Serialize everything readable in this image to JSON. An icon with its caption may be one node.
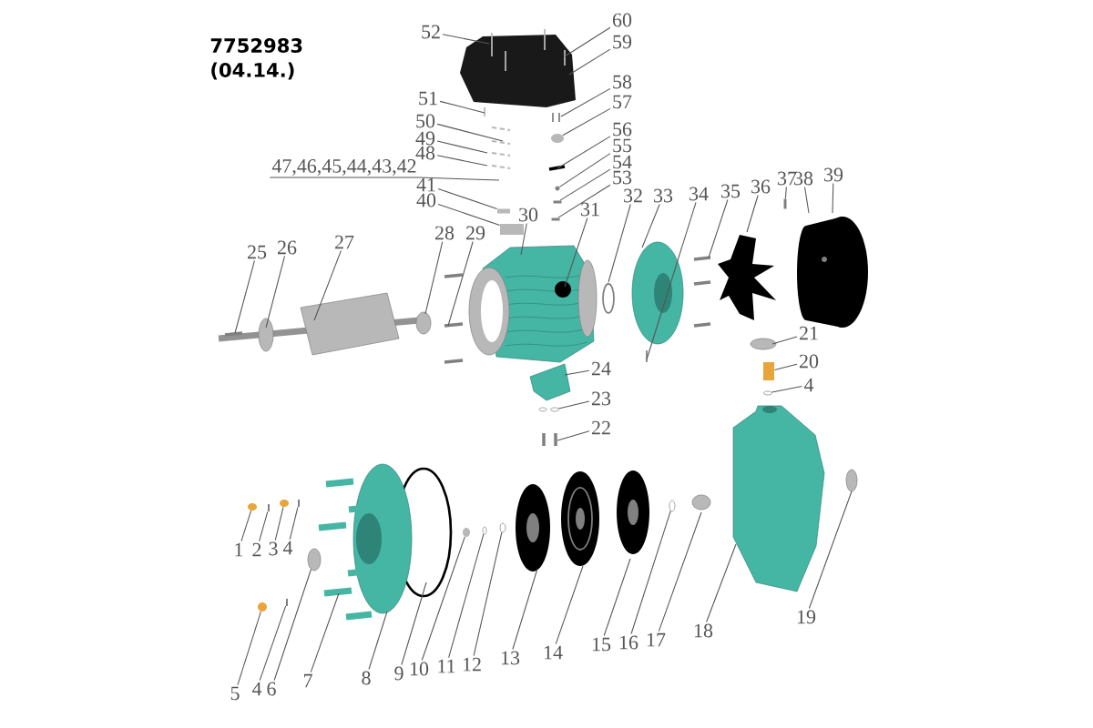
{
  "diagram": {
    "title": "7752983",
    "nodes": [
      {
        "text": [
          "52"
        ]
      },
      {
        "text": [
          "60"
        ]
      },
      {
        "text": [
          "59"
        ]
      },
      {
        "text": [
          "51"
        ]
      },
      {
        "text": [
          "58"
        ]
      },
      {
        "text": [
          "57"
        ]
      },
      {
        "text": [
          "50"
        ]
      },
      {
        "text": [
          "56"
        ]
      },
      {
        "text": [
          "49"
        ]
      },
      {
        "text": [
          "55"
        ]
      },
      {
        "text": [
          "48"
        ]
      },
      {
        "text": [
          "54"
        ]
      },
      {
        "text": [
          "47,46,45,44,43,42"
        ]
      },
      {
        "text": [
          "53"
        ]
      },
      {
        "text": [
          "41"
        ]
      },
      {
        "text": [
          "40"
        ]
      },
      {
        "text": [
          "30"
        ]
      },
      {
        "text": [
          "31"
        ]
      },
      {
        "text": [
          "32"
        ]
      },
      {
        "text": [
          "33"
        ]
      },
      {
        "text": [
          "34"
        ]
      },
      {
        "text": [
          "35"
        ]
      },
      {
        "text": [
          "36"
        ]
      },
      {
        "text": [
          "37"
        ]
      },
      {
        "text": [
          "38"
        ]
      },
      {
        "text": [
          "39"
        ]
      },
      {
        "text": [
          "25"
        ]
      },
      {
        "text": [
          "26"
        ]
      },
      {
        "text": [
          "27"
        ]
      },
      {
        "text": [
          "28"
        ]
      },
      {
        "text": [
          "29"
        ]
      },
      {
        "text": [
          "21"
        ]
      },
      {
        "text": [
          "20"
        ]
      },
      {
        "text": [
          "4"
        ]
      },
      {
        "text": [
          "24"
        ]
      },
      {
        "text": [
          "23"
        ]
      },
      {
        "text": [
          "22"
        ]
      },
      {
        "text": [
          "1"
        ]
      },
      {
        "text": [
          "2"
        ]
      },
      {
        "text": [
          "3"
        ]
      },
      {
        "text": [
          "4"
        ]
      },
      {
        "text": [
          "5"
        ]
      },
      {
        "text": [
          "4"
        ]
      },
      {
        "text": [
          "6"
        ]
      },
      {
        "text": [
          "7"
        ]
      },
      {
        "text": [
          "8"
        ]
      },
      {
        "text": [
          "9"
        ]
      },
      {
        "text": [
          "10"
        ]
      },
      {
        "text": [
          "11"
        ]
      },
      {
        "text": [
          "12"
        ]
      },
      {
        "text": [
          "13"
        ]
      },
      {
        "text": [
          "14"
        ]
      },
      {
        "text": [
          "15"
        ]
      },
      {
        "text": [
          "16"
        ]
      },
      {
        "text": [
          "17"
        ]
      },
      {
        "text": [
          "18"
        ]
      },
      {
        "text": [
          "19"
        ]
      },
      {
        "text": [],
        "shape": "circle"
      },
      {
        "text": [],
        "shape": "circle"
      },
      {
        "text": [],
        "shape": "box"
      },
      {
        "text": [],
        "shape": "box"
      },
      {
        "text": [],
        "shape": "box"
      },
      {
        "text": [],
        "shape": "box"
      },
      {
        "text": [],
        "shape": "box"
      },
      {
        "text": [],
        "shape": "box"
      },
      {
        "text": [],
        "shape": "circle"
      },
      {
        "text": [],
        "shape": "circle"
      },
      {
        "text": [],
        "shape": "circle"
      },
      {
        "text": [],
        "shape": "circle"
      },
      {
        "text": [],
        "shape": "circle"
      },
      {
        "text": [],
        "shape": "circle"
      },
      {
        "text": [],
        "shape": "circle"
      },
      {
        "text": [],
        "shape": "circle"
      },
      {
        "text": [],
        "shape": "circle"
      },
      {
        "text": [],
        "shape": "circle"
      },
      {
        "text": [],
        "shape": "box"
      },
      {
        "text": [],
        "shape": "box"
      },
      {
        "text": [],
        "shape": "box"
      }
    ],
    "edges": [
      {
        "from": 0,
        "to": null,
        "arrow": "none"
      },
      {
        "from": 1,
        "to": null,
        "arrow": "none"
      },
      {
        "from": 2,
        "to": null,
        "arrow": "none"
      },
      {
        "from": 3,
        "to": null,
        "arrow": "none"
      },
      {
        "from": 4,
        "to": null,
        "arrow": "none"
      },
      {
        "from": 5,
        "to": 57,
        "arrow": "none"
      },
      {
        "from": 6,
        "to": null,
        "arrow": "none"
      },
      {
        "from": 7,
        "to": null,
        "arrow": "none"
      },
      {
        "from": 8,
        "to": null,
        "arrow": "none"
      },
      {
        "from": 9,
        "to": 58,
        "arrow": "none"
      },
      {
        "from": 10,
        "to": null,
        "arrow": "none"
      },
      {
        "from": 11,
        "to": 59,
        "arrow": "none"
      },
      {
        "from": 12,
        "to": null,
        "arrow": "none"
      },
      {
        "from": 13,
        "to": 60,
        "arrow": "none"
      },
      {
        "from": 14,
        "to": 61,
        "arrow": "none"
      },
      {
        "from": 15,
        "to": 62,
        "arrow": "none"
      },
      {
        "from": 16,
        "to": null,
        "arrow": "none"
      },
      {
        "from": 17,
        "to": null,
        "arrow": "none"
      },
      {
        "from": 18,
        "to": null,
        "arrow": "none"
      },
      {
        "from": 19,
        "to": null,
        "arrow": "none"
      },
      {
        "from": 20,
        "to": null,
        "arrow": "none"
      },
      {
        "from": 21,
        "to": null,
        "arrow": "none"
      },
      {
        "from": 22,
        "to": null,
        "arrow": "none"
      },
      {
        "from": 23,
        "to": 63,
        "arrow": "none"
      },
      {
        "from": 24,
        "to": null,
        "arrow": "none"
      },
      {
        "from": 25,
        "to": null,
        "arrow": "none"
      },
      {
        "from": 26,
        "to": null,
        "arrow": "none"
      },
      {
        "from": 27,
        "to": null,
        "arrow": "none"
      },
      {
        "from": 28,
        "to": null,
        "arrow": "none"
      },
      {
        "from": 29,
        "to": null,
        "arrow": "none"
      },
      {
        "from": 30,
        "to": null,
        "arrow": "none"
      },
      {
        "from": 31,
        "to": null,
        "arrow": "none"
      },
      {
        "from": 32,
        "to": 64,
        "arrow": "none"
      },
      {
        "from": 33,
        "to": 65,
        "arrow": "none"
      },
      {
        "from": 34,
        "to": null,
        "arrow": "none"
      },
      {
        "from": 35,
        "to": 66,
        "arrow": "none"
      },
      {
        "from": 36,
        "to": null,
        "arrow": "none"
      },
      {
        "from": 37,
        "to": 67,
        "arrow": "none"
      },
      {
        "from": 38,
        "to": 75,
        "arrow": "none"
      },
      {
        "from": 39,
        "to": 68,
        "arrow": "none"
      },
      {
        "from": 40,
        "to": 76,
        "arrow": "none"
      },
      {
        "from": 41,
        "to": 69,
        "arrow": "none"
      },
      {
        "from": 42,
        "to": 77,
        "arrow": "none"
      },
      {
        "from": 43,
        "to": 70,
        "arrow": "none"
      },
      {
        "from": 44,
        "to": null,
        "arrow": "none"
      },
      {
        "from": 45,
        "to": null,
        "arrow": "none"
      },
      {
        "from": 46,
        "to": null,
        "arrow": "none"
      },
      {
        "from": 47,
        "to": 71,
        "arrow": "none"
      },
      {
        "from": 48,
        "to": 72,
        "arrow": "none"
      },
      {
        "from": 49,
        "to": 73,
        "arrow": "none"
      },
      {
        "from": 50,
        "to": null,
        "arrow": "none"
      },
      {
        "from": 51,
        "to": null,
        "arrow": "none"
      },
      {
        "from": 52,
        "to": null,
        "arrow": "none"
      },
      {
        "from": 53,
        "to": 74,
        "arrow": "none"
      },
      {
        "from": 54,
        "to": null,
        "arrow": "none"
      },
      {
        "from": 55,
        "to": null,
        "arrow": "none"
      },
      {
        "from": 56,
        "to": null,
        "arrow": "none"
      }
    ],
    "labels": [
      "(04.14.)"
    ]
  }
}
